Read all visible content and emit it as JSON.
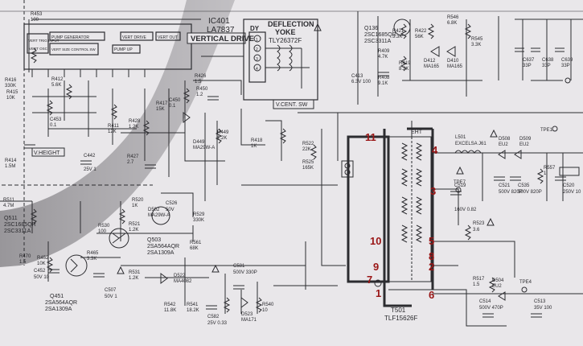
{
  "ic": {
    "ref": "IC401",
    "part": "LA7837",
    "function": "VERTICAL DRIVE",
    "blocks": [
      "PUMP GENERATOR",
      "VERT DRIVE",
      "VERT OUT",
      "VERT TRIG INPUT",
      "VERT SIZE CONTROL SW",
      "PUMP UP",
      "VERT OSC"
    ]
  },
  "yoke": {
    "title_line1": "DEFLECTION",
    "title_line2": "YOKE",
    "part": "TLY26372F",
    "ref": "DY",
    "pins": [
      "1",
      "2",
      "3",
      "4"
    ]
  },
  "switch_label": "V.CENT. SW",
  "vertical_height_label": "V.HEIGHT",
  "transistors": [
    {
      "ref": "Q136",
      "part": "2SC1685QR",
      "alt": "2SC3311A"
    },
    {
      "ref": "Q511",
      "part": "2SC1685QR",
      "alt": "2SC3311A"
    },
    {
      "ref": "Q503",
      "part": "2SA564AQR",
      "alt": "2SA1309A"
    },
    {
      "ref": "Q451",
      "part": "2SA564AQR",
      "alt": "2SA1309A"
    }
  ],
  "resistors": [
    {
      "ref": "R453",
      "value": "100"
    },
    {
      "ref": "R415",
      "value": "10K"
    },
    {
      "ref": "R421",
      "value": "3.3K"
    },
    {
      "ref": "R422",
      "value": "56K"
    },
    {
      "ref": "R546",
      "value": "6.8K"
    },
    {
      "ref": "R545",
      "value": "3.3K"
    },
    {
      "ref": "R409",
      "value": "4.7K"
    },
    {
      "ref": "R408",
      "value": "9.1K"
    },
    {
      "ref": "R419",
      "value": "8.2K"
    },
    {
      "ref": "R416",
      "value": "330K"
    },
    {
      "ref": "R412",
      "value": "5.6K"
    },
    {
      "ref": "R417",
      "value": "15K"
    },
    {
      "ref": "R411",
      "value": "12K"
    },
    {
      "ref": "R428",
      "value": "1.2K"
    },
    {
      "ref": "R427",
      "value": "2.7"
    },
    {
      "ref": "R426",
      "value": "1.5"
    },
    {
      "ref": "R450",
      "value": "1.2"
    },
    {
      "ref": "R449",
      "value": "1.2K"
    },
    {
      "ref": "R414",
      "value": "1.5M"
    },
    {
      "ref": "R418",
      "value": "1K"
    },
    {
      "ref": "R522",
      "value": "22K"
    },
    {
      "ref": "R525",
      "value": "165K"
    },
    {
      "ref": "R511",
      "value": "4.7M"
    },
    {
      "ref": "R520",
      "value": "1K"
    },
    {
      "ref": "R521",
      "value": "1.2K"
    },
    {
      "ref": "R529",
      "value": "330K"
    },
    {
      "ref": "R530",
      "value": "100"
    },
    {
      "ref": "R561",
      "value": "68K"
    },
    {
      "ref": "R531",
      "value": "1.2K"
    },
    {
      "ref": "R523",
      "value": "3.6"
    },
    {
      "ref": "R517",
      "value": "1.5"
    },
    {
      "ref": "R542",
      "value": "11.8K"
    },
    {
      "ref": "R541",
      "value": "18.2K"
    },
    {
      "ref": "R540",
      "value": "10"
    },
    {
      "ref": "R557",
      "value": "1"
    },
    {
      "ref": "R470",
      "value": "1.5"
    },
    {
      "ref": "R452",
      "value": "10K"
    },
    {
      "ref": "R465",
      "value": "3.3K"
    }
  ],
  "capacitors": [
    {
      "ref": "C413",
      "value": "6.3V 100"
    },
    {
      "ref": "C637",
      "value": "33P"
    },
    {
      "ref": "C638",
      "value": "33P"
    },
    {
      "ref": "C639",
      "value": "33P"
    },
    {
      "ref": "C442",
      "value": "25V 1"
    },
    {
      "ref": "C453",
      "value": "0.1"
    },
    {
      "ref": "C450",
      "value": "0.1"
    },
    {
      "ref": "C519",
      "value": "160V 0.82"
    },
    {
      "ref": "C521",
      "value": "500V 820P"
    },
    {
      "ref": "C535",
      "value": "500V 820P"
    },
    {
      "ref": "C520",
      "value": "250V 10"
    },
    {
      "ref": "C581",
      "value": "500V 330P"
    },
    {
      "ref": "C582",
      "value": "25V 0.33"
    },
    {
      "ref": "C507",
      "value": "50V 1"
    },
    {
      "ref": "C526",
      "value": "50V"
    },
    {
      "ref": "C514",
      "value": "500V 470P"
    },
    {
      "ref": "C513",
      "value": "35V 100"
    },
    {
      "ref": "C452",
      "value": "50V 10"
    }
  ],
  "diodes": [
    {
      "ref": "D412",
      "part": "MA165"
    },
    {
      "ref": "D410",
      "part": "MA165"
    },
    {
      "ref": "D502",
      "part": "MA29W-A"
    },
    {
      "ref": "D449",
      "part": "MA29W-A"
    },
    {
      "ref": "D508",
      "part": "EU2"
    },
    {
      "ref": "D509",
      "part": "EU2"
    },
    {
      "ref": "D522",
      "part": "MA4082"
    },
    {
      "ref": "D523",
      "part": "MA171"
    },
    {
      "ref": "D504",
      "part": "EU2"
    }
  ],
  "coil": {
    "ref": "L501",
    "part": "EXCELSA J61"
  },
  "test_points": [
    "TPE1",
    "TPE7",
    "TPE4"
  ],
  "transformer": {
    "ref": "T501",
    "part": "TLF15626F",
    "eht_label": "EHT",
    "pins": [
      "1",
      "2",
      "3",
      "4",
      "5",
      "6",
      "7",
      "8",
      "9",
      "10",
      "11"
    ]
  },
  "colors": {
    "pin_annotation": "#9a1616",
    "paper": "#e9e7ea",
    "ink": "#2c2c30",
    "shadow_band": "#8d8b8f"
  }
}
